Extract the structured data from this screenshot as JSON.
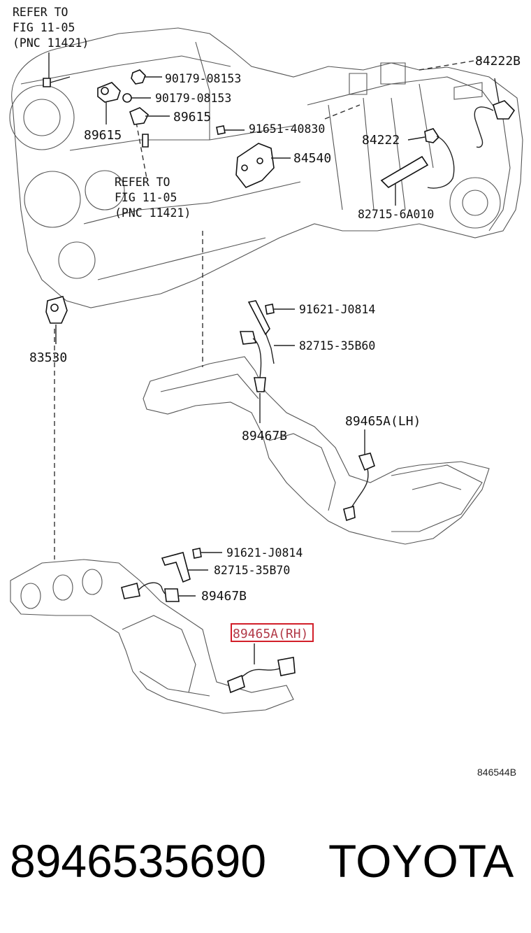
{
  "labels": {
    "refer_top": [
      "REFER TO",
      "FIG 11-05",
      "(PNC 11421)"
    ],
    "refer_mid": [
      "REFER TO",
      "FIG 11-05",
      "(PNC 11421)"
    ],
    "p90179_a": "90179-08153",
    "p90179_b": "90179-08153",
    "p89615_r": "89615",
    "p89615_l": "89615",
    "p91651": "91651-40830",
    "p84540": "84540",
    "p84222": "84222",
    "p84222b": "84222B",
    "p82715_6a010": "82715-6A010",
    "p83530": "83530",
    "p91621_a": "91621-J0814",
    "p82715_35b60": "82715-35B60",
    "p89467b_a": "89467B",
    "p89465a_lh": "89465A(LH)",
    "p91621_b": "91621-J0814",
    "p82715_35b70": "82715-35B70",
    "p89467b_b": "89467B",
    "p89465a_rh": "89465A(RH)"
  },
  "figure_code": "846544B",
  "footer": {
    "part_number": "8946535690",
    "brand": "TOYOTA"
  },
  "colors": {
    "highlight": "#d21f2a",
    "line": "#222222"
  }
}
